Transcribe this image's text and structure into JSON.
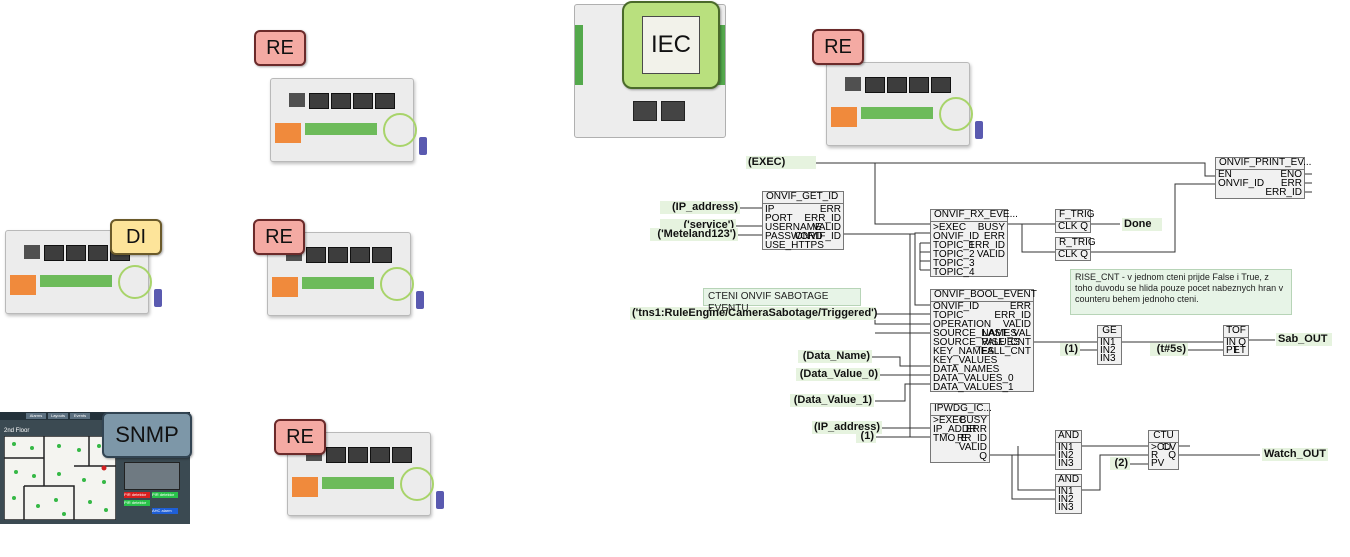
{
  "badges": {
    "re1": "RE",
    "re2": "RE",
    "re3": "RE",
    "re4": "RE",
    "di": "DI",
    "snmp": "SNMP",
    "iec": "IEC"
  },
  "floorplan": {
    "title": "2nd Floor",
    "tabs": [
      "Alarms",
      "Layouts",
      "Events"
    ],
    "alarm_labels": [
      "PIR detektor",
      "PIR detektor",
      "PIR detektor",
      "AHC alarm"
    ]
  },
  "blocks": {
    "get_id": {
      "title": "ONVIF_GET_ID",
      "inputs": [
        "IP",
        "PORT",
        "USERNAME",
        "PASSWORD",
        "USE_HTTPS"
      ],
      "outputs": [
        "ERR",
        "ERR_ID",
        "VALID",
        "ONVIF_ID"
      ]
    },
    "rx_eve": {
      "title": "ONVIF_RX_EVE...",
      "inputs": [
        ">EXEC",
        "ONVIF_ID",
        "TOPIC_1",
        "TOPIC_2",
        "TOPIC_3",
        "TOPIC_4"
      ],
      "outputs": [
        "BUSY",
        "ERR",
        "ERR_ID",
        "VALID"
      ]
    },
    "f_trig": {
      "title": "F_TRIG",
      "inputs": [
        "CLK"
      ],
      "outputs": [
        "Q"
      ]
    },
    "r_trig": {
      "title": "R_TRIG",
      "inputs": [
        "CLK"
      ],
      "outputs": [
        "Q"
      ]
    },
    "print_ev": {
      "title": "ONVIF_PRINT_EV...",
      "inputs": [
        "EN",
        "ONVIF_ID"
      ],
      "outputs": [
        "ENO",
        "ERR",
        "ERR_ID"
      ]
    },
    "bool_event": {
      "title": "ONVIF_BOOL_EVENT",
      "inputs": [
        "ONVIF_ID",
        "TOPIC",
        "OPERATION",
        "SOURCE_NAMES",
        "SOURCE_VALUES",
        "KEY_NAMES",
        "KEY_VALUES",
        "DATA_NAMES",
        "DATA_VALUES_0",
        "DATA_VALUES_1"
      ],
      "outputs": [
        "ERR",
        "ERR_ID",
        "VALID",
        "LAST_VAL",
        "RISE_CNT",
        "FALL_CNT"
      ]
    },
    "ge": {
      "title": "GE",
      "inputs": [
        "IN1",
        "IN2",
        "IN3"
      ],
      "outputs": []
    },
    "tof": {
      "title": "TOF",
      "inputs": [
        "IN",
        "PT"
      ],
      "outputs": [
        "Q",
        "ET"
      ]
    },
    "ipwdg": {
      "title": "IPWDG_IC...",
      "inputs": [
        ">EXEC",
        "IP_ADDR",
        "TMO_E"
      ],
      "outputs": [
        "BUSY",
        "ERR",
        "RR_ID",
        "VALID",
        "Q"
      ]
    },
    "and1": {
      "title": "AND",
      "inputs": [
        "IN1",
        "IN2",
        "IN3"
      ],
      "outputs": []
    },
    "and2": {
      "title": "AND",
      "inputs": [
        "IN1",
        "IN2",
        "IN3"
      ],
      "outputs": []
    },
    "ctu": {
      "title": "CTU",
      "inputs": [
        ">CU",
        "R",
        "PV"
      ],
      "outputs": [
        "CV",
        "Q"
      ]
    }
  },
  "tags": {
    "exec": "(EXEC)",
    "ip1": "(IP_address)",
    "service": "('service')",
    "pass": "('Meteland123')",
    "topic": "('tns1:RuleEngine/CameraSabotage/Triggered')",
    "data_name": "(Data_Name)",
    "data_v0": "(Data_Value_0)",
    "data_v1": "(Data_Value_1)",
    "ip2": "(IP_address)",
    "one_a": "(1)",
    "one_b": "(1)",
    "t5s": "(t#5s)",
    "two": "(2)",
    "done": "Done",
    "sab_out": "Sab_OUT",
    "watch_out": "Watch_OUT"
  },
  "notes": {
    "sabotage": "CTENI ONVIF SABOTAGE EVENTU",
    "rise": "RISE_CNT - v jednom cteni prijde False i True, z toho duvodu se hlida pouze pocet nabeznych hran v counteru behem jednoho cteni."
  }
}
